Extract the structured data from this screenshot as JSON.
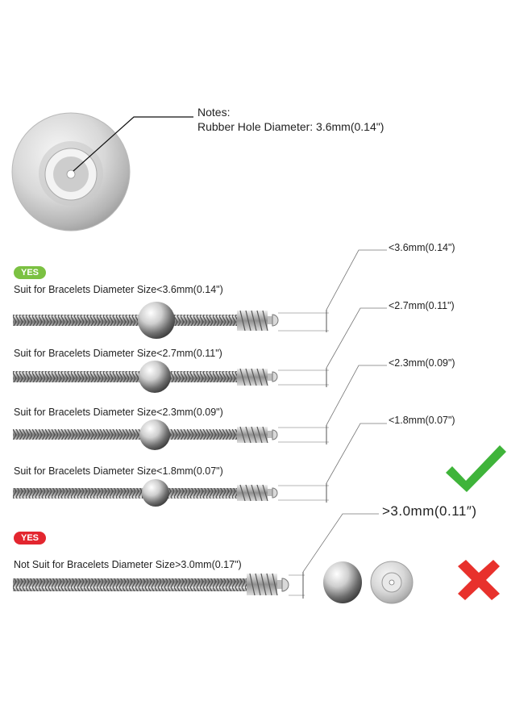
{
  "notes": {
    "title": "Notes:",
    "line": "Rubber Hole Diameter: 3.6mm(0.14\")"
  },
  "badges": {
    "yes_suit": "YES",
    "yes_not_suit": "YES"
  },
  "rows": [
    {
      "label": "Suit for Bracelets Diameter Size<3.6mm(0.14\")",
      "dimension": "<3.6mm(0.14\")"
    },
    {
      "label": "Suit for Bracelets Diameter Size<2.7mm(0.11\")",
      "dimension": "<2.7mm(0.11\")"
    },
    {
      "label": "Suit for Bracelets Diameter Size<2.3mm(0.09\")",
      "dimension": "<2.3mm(0.09\")"
    },
    {
      "label": "Suit for Bracelets Diameter Size<1.8mm(0.07\")",
      "dimension": "<1.8mm(0.07\")"
    }
  ],
  "not_suit": {
    "label": "Not Suit for Bracelets Diameter Size>3.0mm(0.17\")",
    "dimension": ">3.0mm(0.11″)"
  },
  "colors": {
    "ok_green": "#7bc142",
    "bad_red": "#e3262f",
    "check_green": "#3fb43a",
    "cross_red": "#e8312c",
    "metal": "#9a9a9a"
  },
  "icons": {
    "check": "checkmark-icon",
    "cross": "cross-icon"
  }
}
